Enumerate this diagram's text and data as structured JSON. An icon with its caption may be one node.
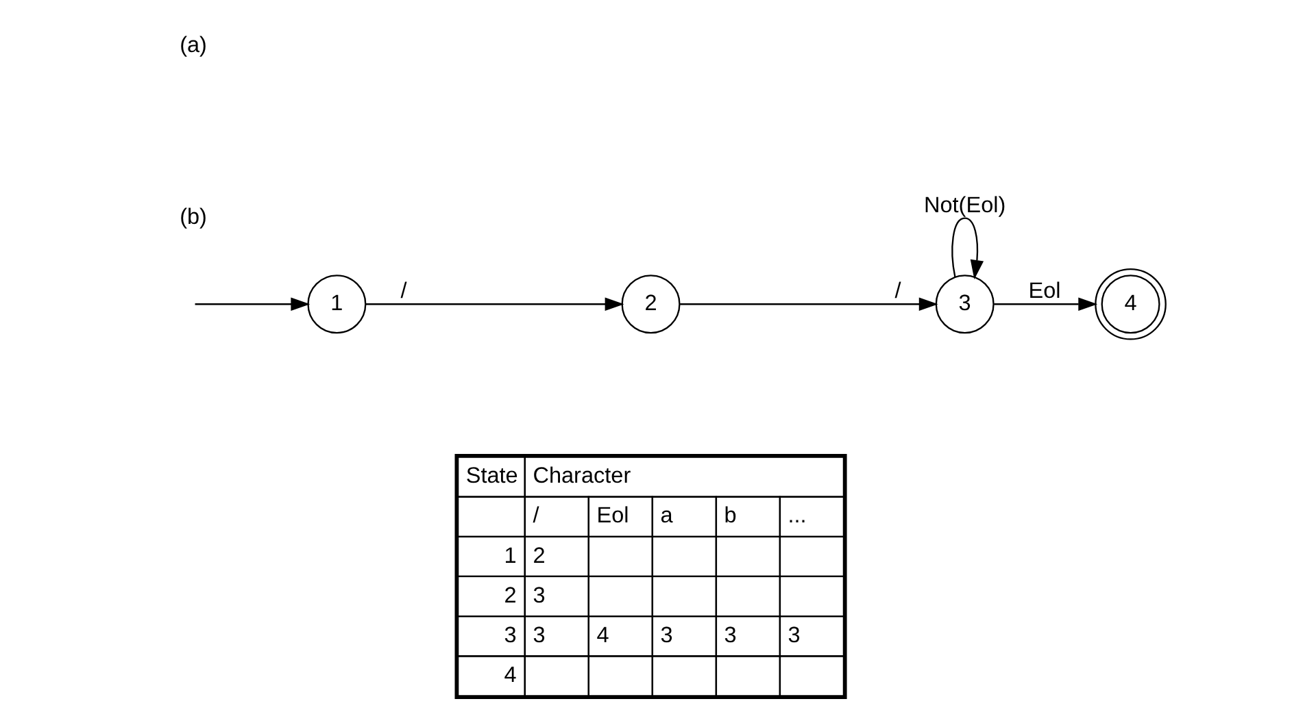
{
  "diagram": {
    "nodes": [
      {
        "text": [
          "1"
        ]
      },
      {
        "text": [
          "2"
        ]
      },
      {
        "text": [
          "3"
        ]
      },
      {
        "text": [
          "4"
        ]
      }
    ],
    "edges": [
      {
        "from": null,
        "to": 0,
        "arrow": "to"
      },
      {
        "from": 0,
        "to": 1,
        "label": "/",
        "arrow": "to"
      },
      {
        "from": 1,
        "to": 2,
        "label": "/",
        "arrow": "to"
      },
      {
        "from": 2,
        "to": 3,
        "label": "Eol",
        "arrow": "to"
      },
      {
        "from": 2,
        "to": 2,
        "label": "Not(Eol)",
        "arrow": "to"
      }
    ],
    "labels": [
      "(a)",
      "(b)",
      "State",
      "Character",
      "/",
      "Eol",
      "a",
      "b",
      "...",
      "1",
      "2",
      "2",
      "3",
      "3",
      "3",
      "4",
      "3",
      "3",
      "3",
      "4"
    ]
  }
}
